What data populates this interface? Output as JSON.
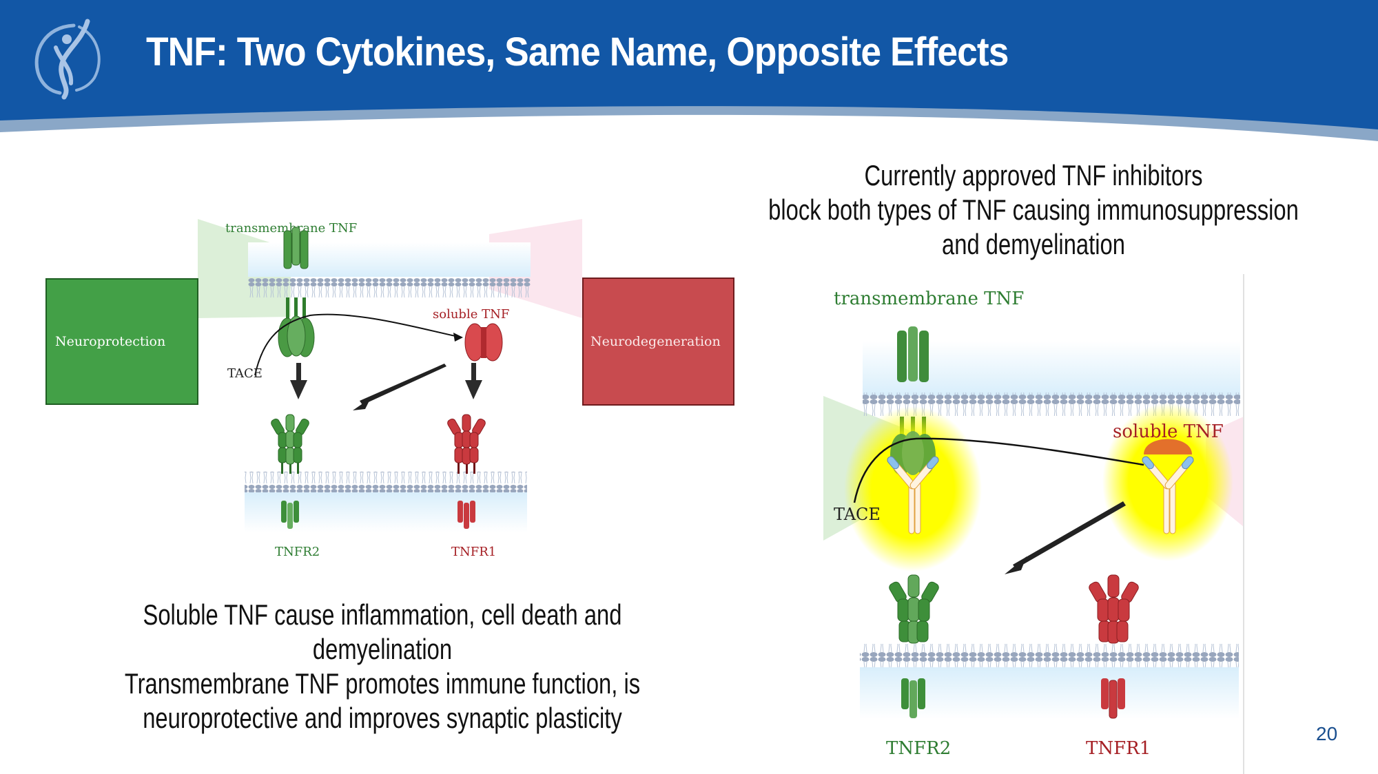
{
  "header": {
    "title": "TNF: Two Cytokines, Same Name, Opposite Effects",
    "logo_icon": "figure-swirl-logo-icon",
    "banner_color": "#1257a6",
    "banner_shadow_color": "#8aa7c7"
  },
  "right_caption": {
    "lines": [
      "Currently approved TNF inhibitors",
      "block both types of TNF causing immunosuppression",
      "and demyelination"
    ]
  },
  "left_caption": {
    "lines": [
      "Soluble TNF cause inflammation, cell death and",
      "demyelination",
      "Transmembrane TNF promotes immune function, is",
      "neuroprotective and improves synaptic plasticity"
    ]
  },
  "left_diagram": {
    "neuroprotection_label": "Neuroprotection",
    "neurodegeneration_label": "Neurodegeneration",
    "transmembrane_label": "transmembrane TNF",
    "soluble_label": "soluble TNF",
    "tace_label": "TACE",
    "tnfr2_label": "TNFR2",
    "tnfr1_label": "TNFR1",
    "colors": {
      "green": "#43a047",
      "red": "#c84b4f",
      "green_text": "#2e7d32",
      "red_text": "#a51f24"
    }
  },
  "right_diagram": {
    "transmembrane_label": "transmembrane TNF",
    "soluble_label": "soluble TNF",
    "tace_label": "TACE",
    "tnfr2_label": "TNFR2",
    "tnfr1_label": "TNFR1",
    "antibody_icon": "antibody-y-icon",
    "highlight_color": "#ffff00"
  },
  "footer": {
    "page_number": "20"
  }
}
